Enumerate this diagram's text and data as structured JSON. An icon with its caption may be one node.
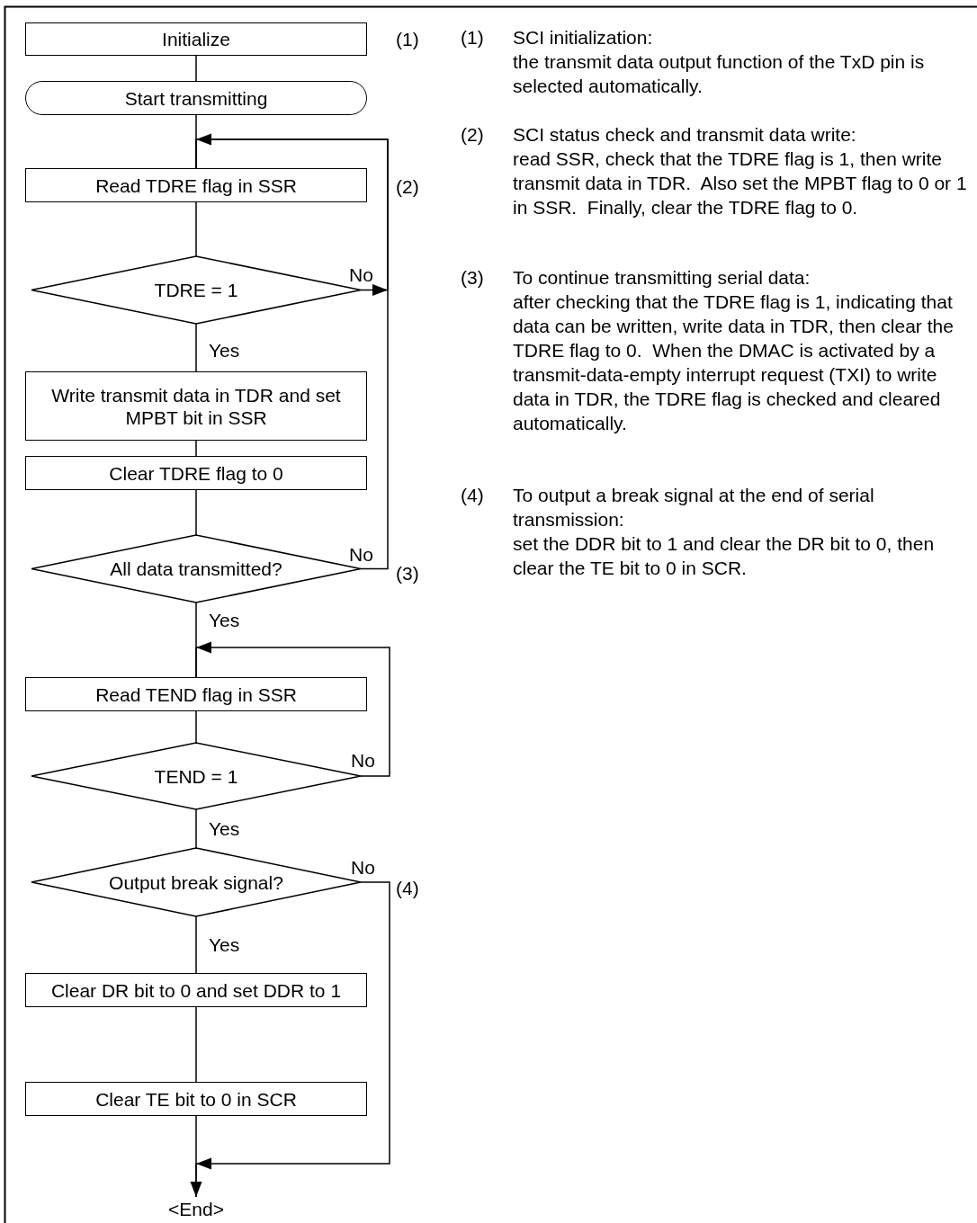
{
  "diagram": {
    "nodes": [
      {
        "text": [
          "Initialize"
        ],
        "beside": [
          "(1)"
        ]
      },
      {
        "text": [
          "Start transmitting"
        ]
      },
      {
        "text": [
          "Read TDRE flag in SSR"
        ],
        "beside": [
          "(2)"
        ]
      },
      {
        "text": [
          "TDRE = 1"
        ]
      },
      {
        "text": [
          "Write transmit data in TDR and set MPBT bit in SSR"
        ]
      },
      {
        "text": [
          "Clear TDRE flag to 0"
        ]
      },
      {
        "text": [
          "All data transmitted?"
        ],
        "beside": [
          "(3)"
        ]
      },
      {
        "text": [
          "Read TEND flag in SSR"
        ]
      },
      {
        "text": [
          "TEND = 1"
        ]
      },
      {
        "text": [
          "Output break signal?"
        ],
        "beside": [
          "(4)"
        ]
      },
      {
        "text": [
          "Clear DR bit to 0 and set DDR to 1"
        ]
      },
      {
        "text": [
          "Clear TE bit to 0 in SCR"
        ]
      },
      {
        "text": [
          "<End>"
        ]
      }
    ],
    "edges": [
      {
        "from": 0,
        "to": 1,
        "arrow": "none"
      },
      {
        "from": 1,
        "to": 2,
        "arrow": "none"
      },
      {
        "from": 2,
        "to": 3,
        "arrow": "none"
      },
      {
        "from": 3,
        "to": 2,
        "arrow": "to",
        "label": "No"
      },
      {
        "from": 3,
        "to": 4,
        "arrow": "none",
        "label": "Yes"
      },
      {
        "from": 4,
        "to": 5,
        "arrow": "none"
      },
      {
        "from": 5,
        "to": 6,
        "arrow": "none"
      },
      {
        "from": 6,
        "to": 2,
        "arrow": "to",
        "label": "No"
      },
      {
        "from": 6,
        "to": 7,
        "arrow": "none",
        "label": "Yes"
      },
      {
        "from": 8,
        "to": 7,
        "arrow": "to",
        "label": "No"
      },
      {
        "from": 7,
        "to": 8,
        "arrow": "none"
      },
      {
        "from": 8,
        "to": 9,
        "arrow": "none",
        "label": "Yes"
      },
      {
        "from": 9,
        "to": 10,
        "arrow": "none",
        "label": "Yes"
      },
      {
        "from": 10,
        "to": 11,
        "arrow": "none"
      },
      {
        "from": 11,
        "to": 12,
        "arrow": "to"
      },
      {
        "from": 9,
        "to": 12,
        "arrow": "to",
        "label": "No"
      }
    ],
    "labels": [
      "(1)",
      "SCI initialization:",
      "the transmit data output function of the TxD pin is selected automatically.",
      "(2)",
      "SCI status check and transmit data write:",
      "read SSR, check that the TDRE flag is 1, then write transmit data in TDR.  Also set the MPBT flag to 0 or 1 in SSR.  Finally, clear the TDRE flag to 0.",
      "(3)",
      "To continue transmitting serial data:",
      "after checking that the TDRE flag is 1, indicating that data can be written, write data in TDR, then clear the TDRE flag to 0.  When the DMAC is activated by a transmit-data-empty interrupt request (TXI) to write data in TDR, the TDRE flag is checked and cleared automatically.",
      "(4)",
      "To output a break signal at the end of serial transmission:",
      "set the DDR bit to 1 and clear the DR bit to 0, then clear the TE bit to 0 in SCR."
    ]
  }
}
